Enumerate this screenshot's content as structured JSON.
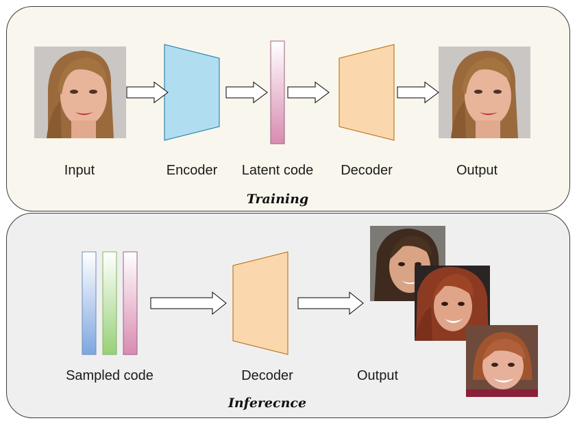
{
  "training": {
    "caption": "Training",
    "labels": {
      "input": "Input",
      "encoder": "Encoder",
      "latent": "Latent code",
      "decoder": "Decoder",
      "output": "Output"
    }
  },
  "inference": {
    "caption": "Inferecnce",
    "labels": {
      "sampled": "Sampled code",
      "decoder": "Decoder",
      "output": "Output"
    }
  },
  "colors": {
    "encoder_fill": "#b1ddf0",
    "encoder_stroke": "#10739e",
    "decoder_fill": "#fad7ac",
    "decoder_stroke": "#b46504",
    "latent_pink": "#d88bb0",
    "code_blue": "#7ea6e0",
    "code_green": "#97d077"
  }
}
